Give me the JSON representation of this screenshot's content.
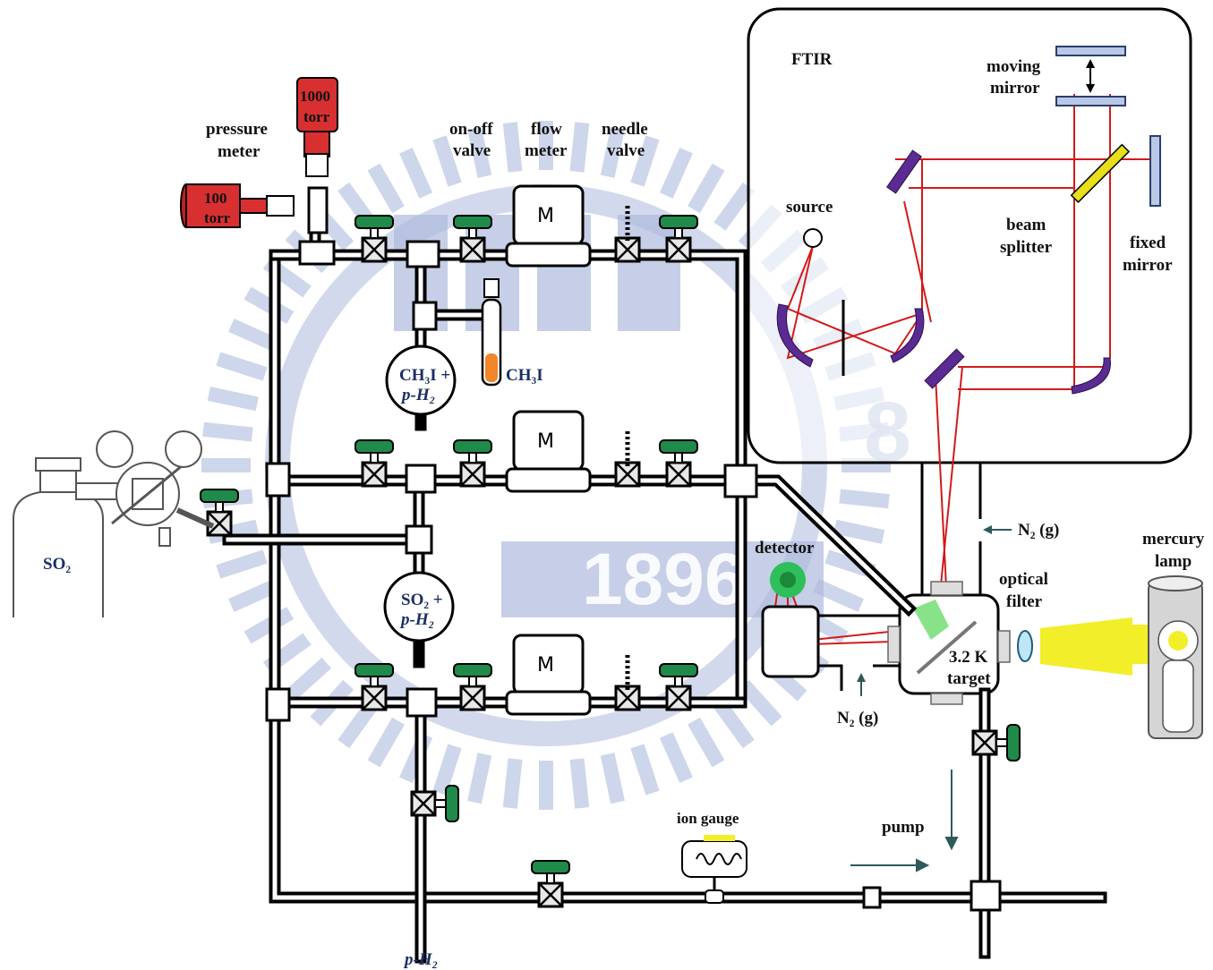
{
  "labels": {
    "pressure_meter": [
      "pressure",
      "meter"
    ],
    "gauge_1000": [
      "1000",
      "torr"
    ],
    "gauge_100": [
      "100",
      "torr"
    ],
    "on_off_valve": [
      "on-off",
      "valve"
    ],
    "flow_meter": [
      "flow",
      "meter"
    ],
    "needle_valve": [
      "needle",
      "valve"
    ],
    "flow_meter_symbol": "M",
    "ch3i_bulb": [
      "CH₃I +",
      "p-H₂"
    ],
    "ch3i_sample": "CH₃I",
    "so2_bulb": [
      "SO₂ +",
      "p-H₂"
    ],
    "so2_cylinder": "SO₂",
    "ftir": "FTIR",
    "moving_mirror": [
      "moving",
      "mirror"
    ],
    "source": "source",
    "beam_splitter": [
      "beam",
      "splitter"
    ],
    "fixed_mirror": [
      "fixed",
      "mirror"
    ],
    "detector": "detector",
    "n2_top": "N₂ (g)",
    "n2_bottom": "N₂ (g)",
    "optical_filter": [
      "optical",
      "filter"
    ],
    "mercury_lamp": [
      "mercury",
      "lamp"
    ],
    "target": [
      "3.2 K",
      "target"
    ],
    "pump": "pump",
    "ion_gauge": "ion gauge",
    "ph2_inlet": "p-H₂"
  },
  "watermark": {
    "year": "1896"
  },
  "colors": {
    "laser": "#d31a1a",
    "knob": "#1f8a4a",
    "gauge": "#d83030",
    "watermark": "#a9b6dc",
    "beam_splitter": "#e6df1a",
    "lamp_glow": "#f2ee2a"
  }
}
